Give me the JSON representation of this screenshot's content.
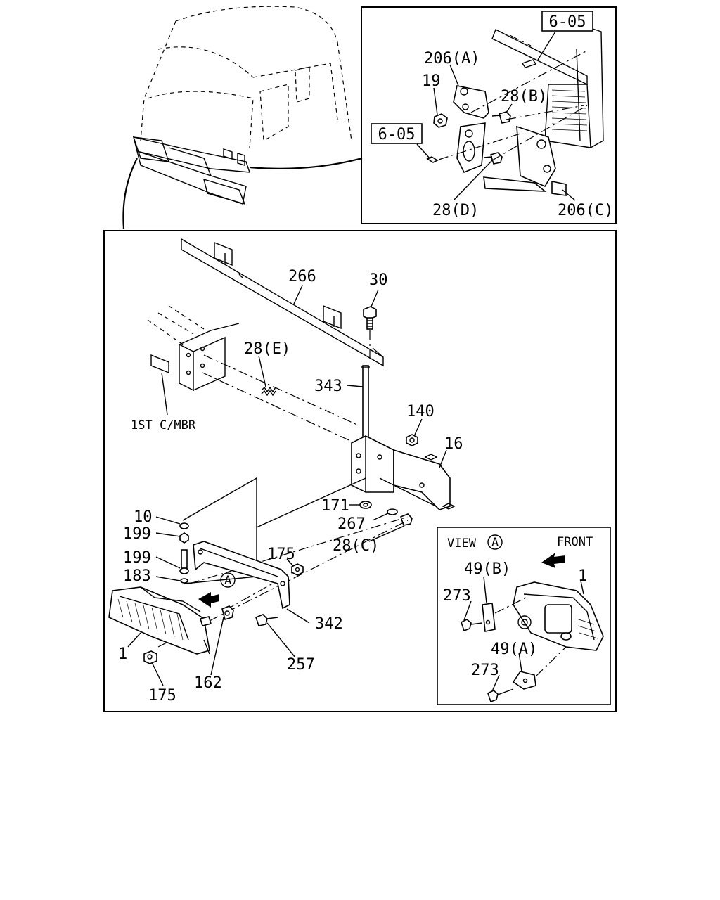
{
  "refs": {
    "ref_top": "6-05",
    "ref_left": "6-05"
  },
  "inset_labels": {
    "l206a": "206(A)",
    "l19": "19",
    "l28b": "28(B)",
    "l28d": "28(D)",
    "l206c": "206(C)"
  },
  "main_labels": {
    "l266": "266",
    "l30": "30",
    "l28e": "28(E)",
    "l343": "343",
    "l1st": "1ST C/MBR",
    "l140": "140",
    "l16": "16",
    "l171": "171",
    "l267": "267",
    "l28c": "28(C)",
    "l10": "10",
    "l199a": "199",
    "l199b": "199",
    "l183": "183",
    "l175a": "175",
    "lA": "A",
    "l342": "342",
    "l1": "1",
    "l162": "162",
    "l257": "257",
    "l175b": "175"
  },
  "view_labels": {
    "view": "VIEW",
    "viewA": "A",
    "front": "FRONT",
    "l49b": "49(B)",
    "l1v": "1",
    "l273a": "273",
    "l49a": "49(A)",
    "l273b": "273"
  }
}
